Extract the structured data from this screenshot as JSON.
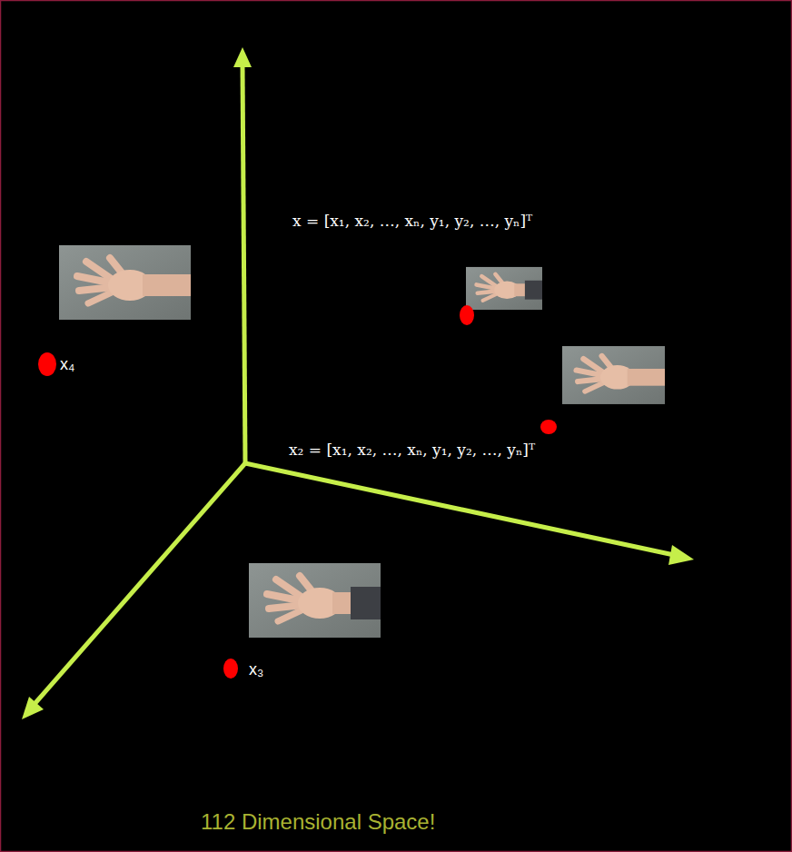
{
  "diagram": {
    "caption": "112 Dimensional Space!",
    "labels": [
      "x = [x₁, x₂, …, xₙ, y₁, y₂, …, yₙ]ᵀ",
      "x₄",
      "x₂ = [x₁, x₂, …, xₙ, y₁, y₂, …, yₙ]ᵀ",
      "x₃"
    ]
  }
}
